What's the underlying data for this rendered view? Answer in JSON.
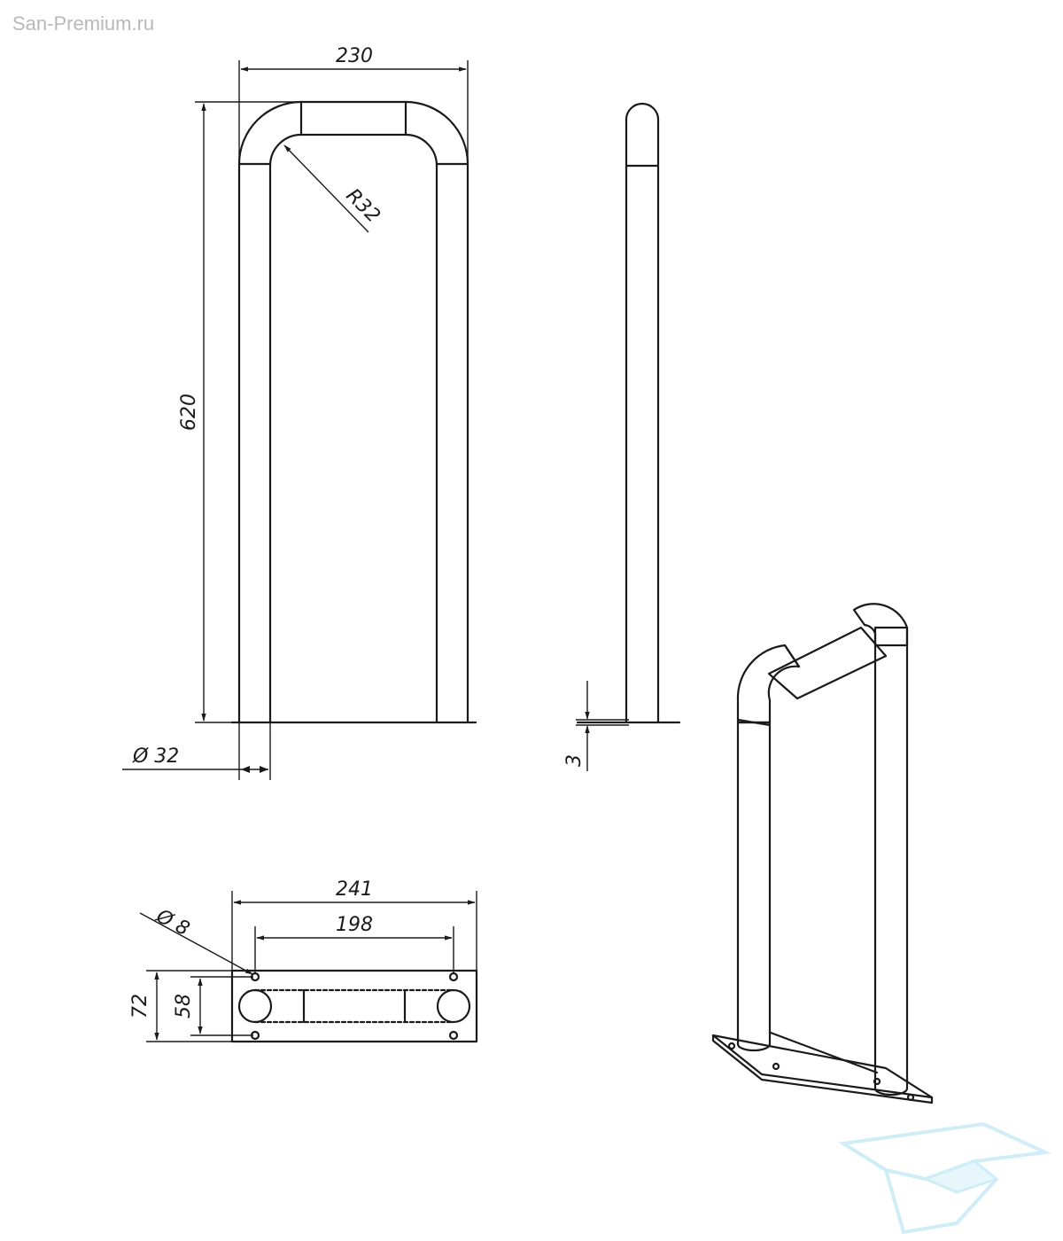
{
  "watermark": {
    "site": "San-Premium.ru"
  },
  "front_view": {
    "dim_width": "230",
    "dim_height": "620",
    "dim_radius": "R32",
    "dim_tube_diameter": "Ø 32"
  },
  "side_view": {
    "dim_plate_thickness": "3"
  },
  "base_plate_view": {
    "dim_plate_length": "241",
    "dim_hole_spacing": "198",
    "dim_hole_diameter": "Ø 8",
    "dim_plate_width": "72",
    "dim_hole_row_spacing": "58"
  },
  "colors": {
    "line": "#1a1a1a",
    "logo": "#a9dff2",
    "watermark": "#b8b8b8"
  }
}
